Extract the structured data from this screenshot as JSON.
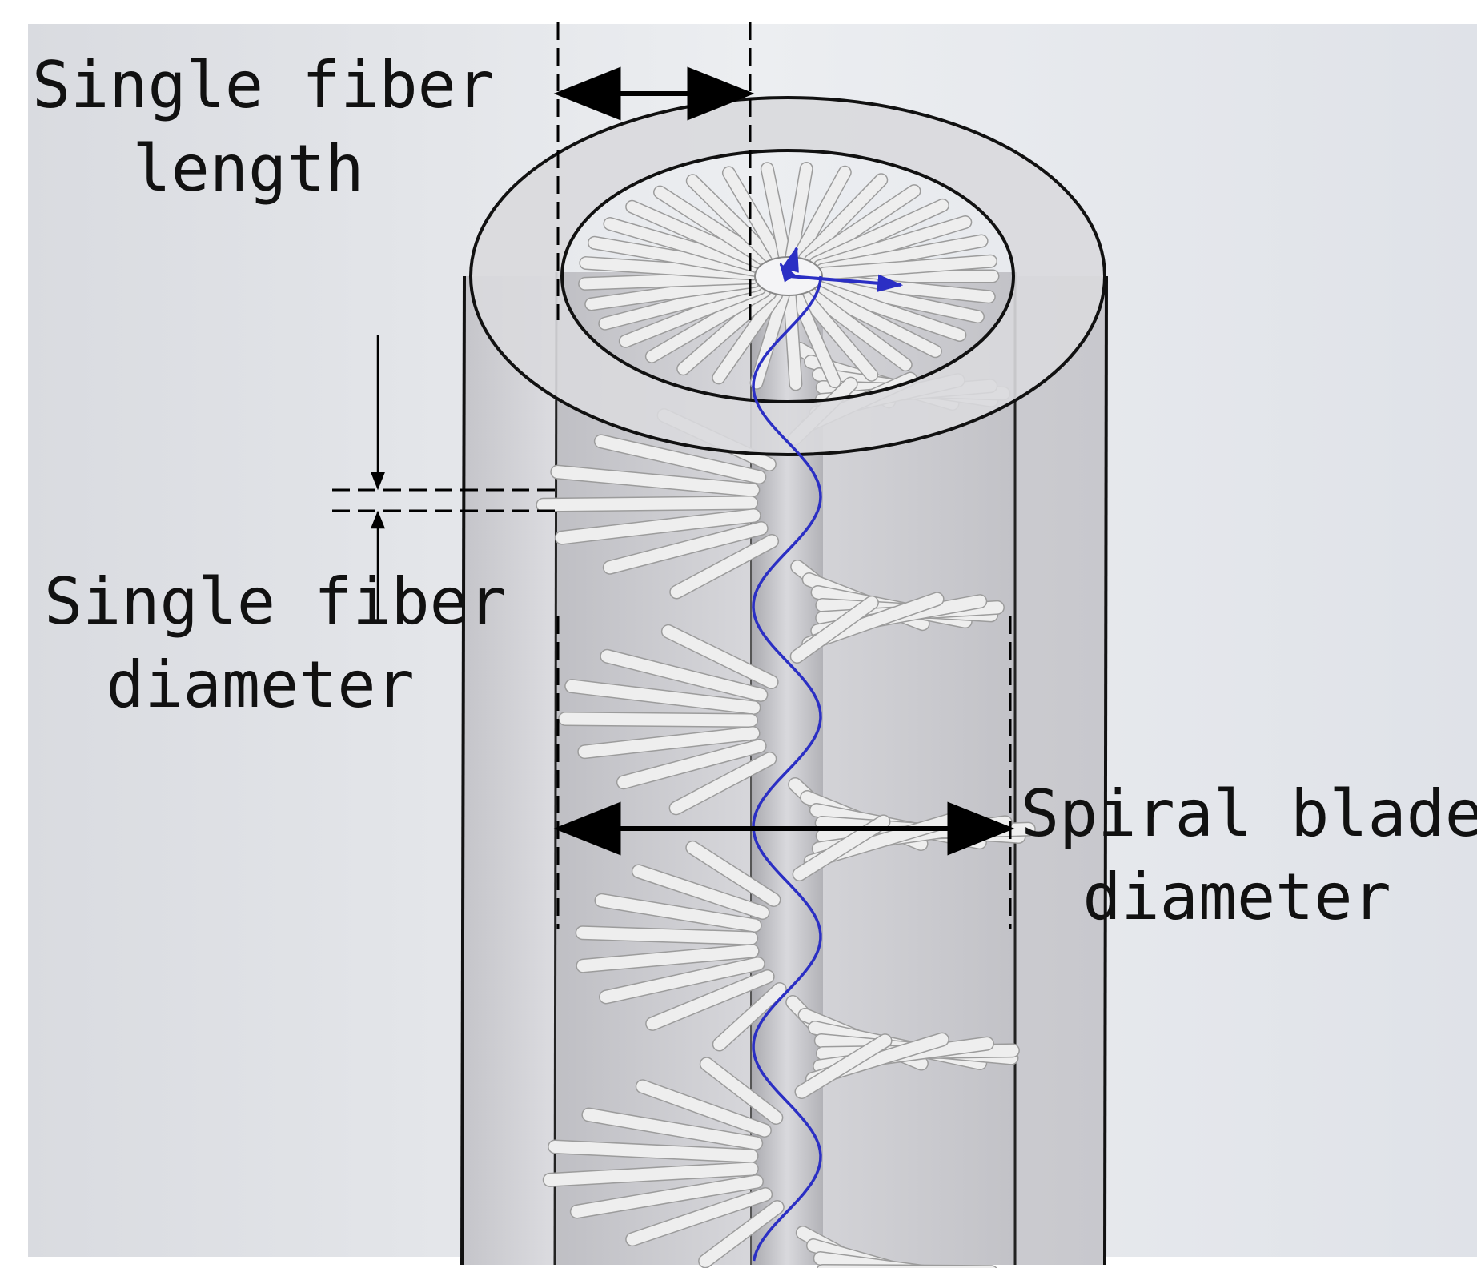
{
  "labels": {
    "single_fiber_length": {
      "line1": "Single fiber",
      "line2": "length"
    },
    "single_fiber_diameter": {
      "line1": "Single fiber",
      "line2": "diameter"
    },
    "spiral_blade_diameter": {
      "line1": "Spiral blade",
      "line2": "diameter"
    }
  },
  "colors": {
    "background_panel": "#dfe1e6",
    "tube_body": "#d6d6da",
    "tube_inner": "#c9c9cd",
    "shaft": "#bdbdc1",
    "fiber": "#eeeeee",
    "fiber_edge": "#9c9c9c",
    "helix": "#2b2fc4",
    "outline": "#111111",
    "annotation": "#000000"
  },
  "icons": {
    "dimension_arrow": "double-headed-arrow",
    "coordinate_axes": "xyz-triad-icon"
  }
}
